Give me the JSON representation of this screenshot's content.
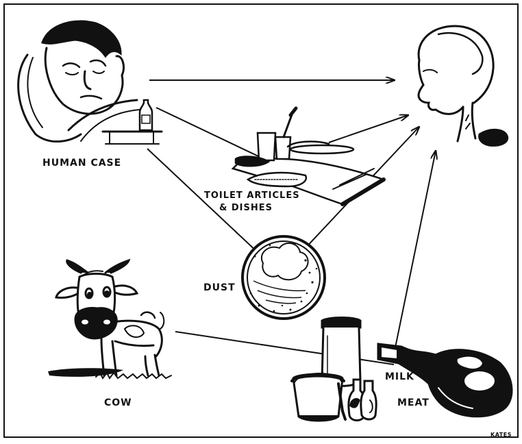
{
  "diagram": {
    "nodes": {
      "human_case": "HUMAN CASE",
      "toilet_articles_line1": "TOILET ARTICLES",
      "toilet_articles_line2": "& DISHES",
      "dust": "DUST",
      "cow": "COW",
      "milk": "MILK",
      "meat": "MEAT"
    },
    "signature": "KATES",
    "colors": {
      "ink": "#111111",
      "paper": "#ffffff"
    }
  }
}
